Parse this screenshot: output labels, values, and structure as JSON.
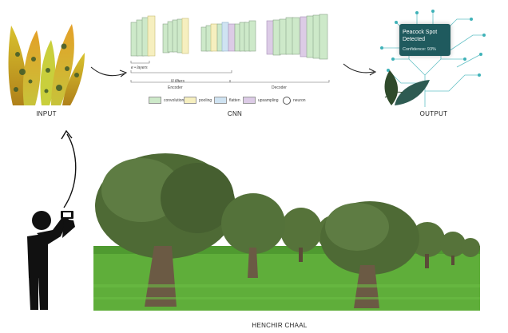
{
  "labels": {
    "input": "INPUT",
    "cnn": "CNN",
    "output": "OUTPUT",
    "field": "HENCHIR CHAAL"
  },
  "cnn_diagram": {
    "layers_note": "e • layers",
    "filters_note": "N filters",
    "encoder": "Encoder",
    "decoder": "Decoder",
    "legend": [
      "convolution",
      "pooling",
      "flatten",
      "upsampling",
      "neuron"
    ]
  },
  "output_card": {
    "title": "Peacock Spot Detected",
    "confidence": "Confidence: 93%"
  },
  "colors": {
    "convolution": "#cde9c9",
    "pooling": "#f6efbf",
    "flatten": "#cfe3f2",
    "upsampling": "#dccbe6",
    "card": "#1f5a5e",
    "grass": "#5fae3a",
    "foliage": "#4e6a35"
  }
}
